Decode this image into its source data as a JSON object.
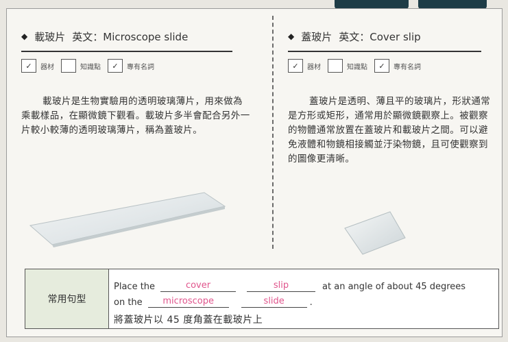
{
  "left": {
    "diamond": "◆",
    "term": "載玻片",
    "english_label": "英文",
    "english": "Microscope slide",
    "tags": [
      {
        "label": "器材",
        "checked": true
      },
      {
        "label": "知識點",
        "checked": false
      },
      {
        "label": "專有名詞",
        "checked": true
      }
    ],
    "description": "載玻片是生物實驗用的透明玻璃薄片，用來做為乘載樣品，在顯微鏡下觀看。載玻片多半會配合另外一片較小較薄的透明玻璃薄片，稱為蓋玻片。"
  },
  "right": {
    "diamond": "◆",
    "term": "蓋玻片",
    "english_label": "英文",
    "english": "Cover slip",
    "tags": [
      {
        "label": "器材",
        "checked": true
      },
      {
        "label": "知識點",
        "checked": false
      },
      {
        "label": "專有名詞",
        "checked": true
      }
    ],
    "description": "蓋玻片是透明、薄且平的玻璃片，形狀通常是方形或矩形，通常用於顯微鏡觀察上。被觀察的物體通常放置在蓋玻片和載玻片之間。可以避免液體和物鏡相接觸並汙染物鏡，且可使觀察到的圖像更清晰。"
  },
  "phrase": {
    "label": "常用句型",
    "line1_pre": "Place the",
    "blank1": "cover",
    "blank2": "slip",
    "line1_post": "at an angle of about 45 degrees",
    "line2_pre": "on the",
    "blank3": "microscope",
    "blank4": "slide",
    "line2_post": ".",
    "chinese": "將蓋玻片以 45 度角蓋在載玻片上"
  },
  "colors": {
    "fill_blank": "#e0558c",
    "header_cell": "#e6ecdd",
    "top_tab": "#1e3c46"
  },
  "checkmark": "✓"
}
